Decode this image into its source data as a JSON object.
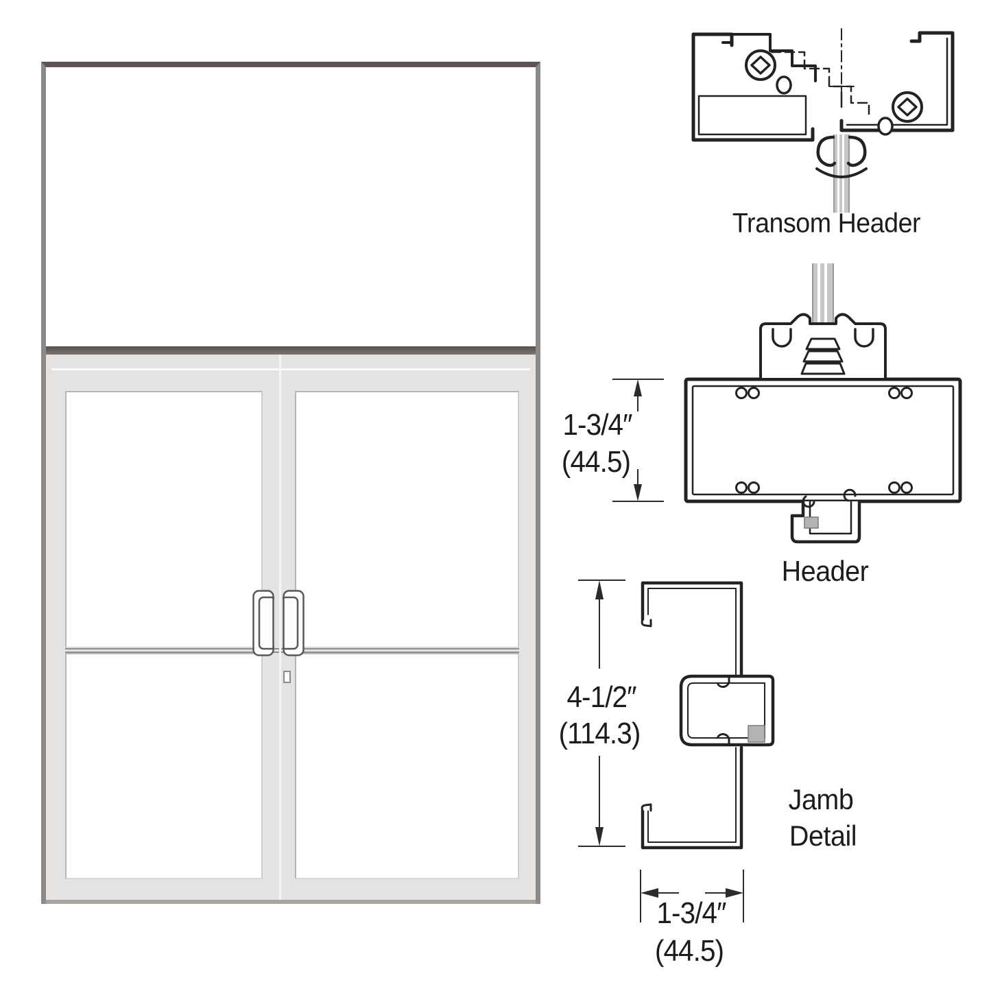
{
  "elevation": {
    "name": "double-door-with-transom",
    "colors": {
      "frame_top": "#5e5552",
      "frame_side": "#8e8987",
      "transom_bar": "#6c6562",
      "door_frame": "#e4e3e1",
      "sill": "#a6a3a1"
    },
    "icons": [
      "pull-handle-icon",
      "lock-cylinder-icon"
    ]
  },
  "details": {
    "line_color": "#222222",
    "glass_fill": "#c7c7c7",
    "transom_header": {
      "label": "Transom Header",
      "icons": [
        "screw-icon",
        "glass-panel-icon",
        "centerline-icon"
      ]
    },
    "header": {
      "label": "Header",
      "height_in": "1-3/4″",
      "height_mm": "(44.5)"
    },
    "jamb": {
      "label_line1": "Jamb",
      "label_line2": "Detail",
      "height_in": "4-1/2″",
      "height_mm": "(114.3)",
      "width_in": "1-3/4″",
      "width_mm": "(44.5)"
    }
  }
}
